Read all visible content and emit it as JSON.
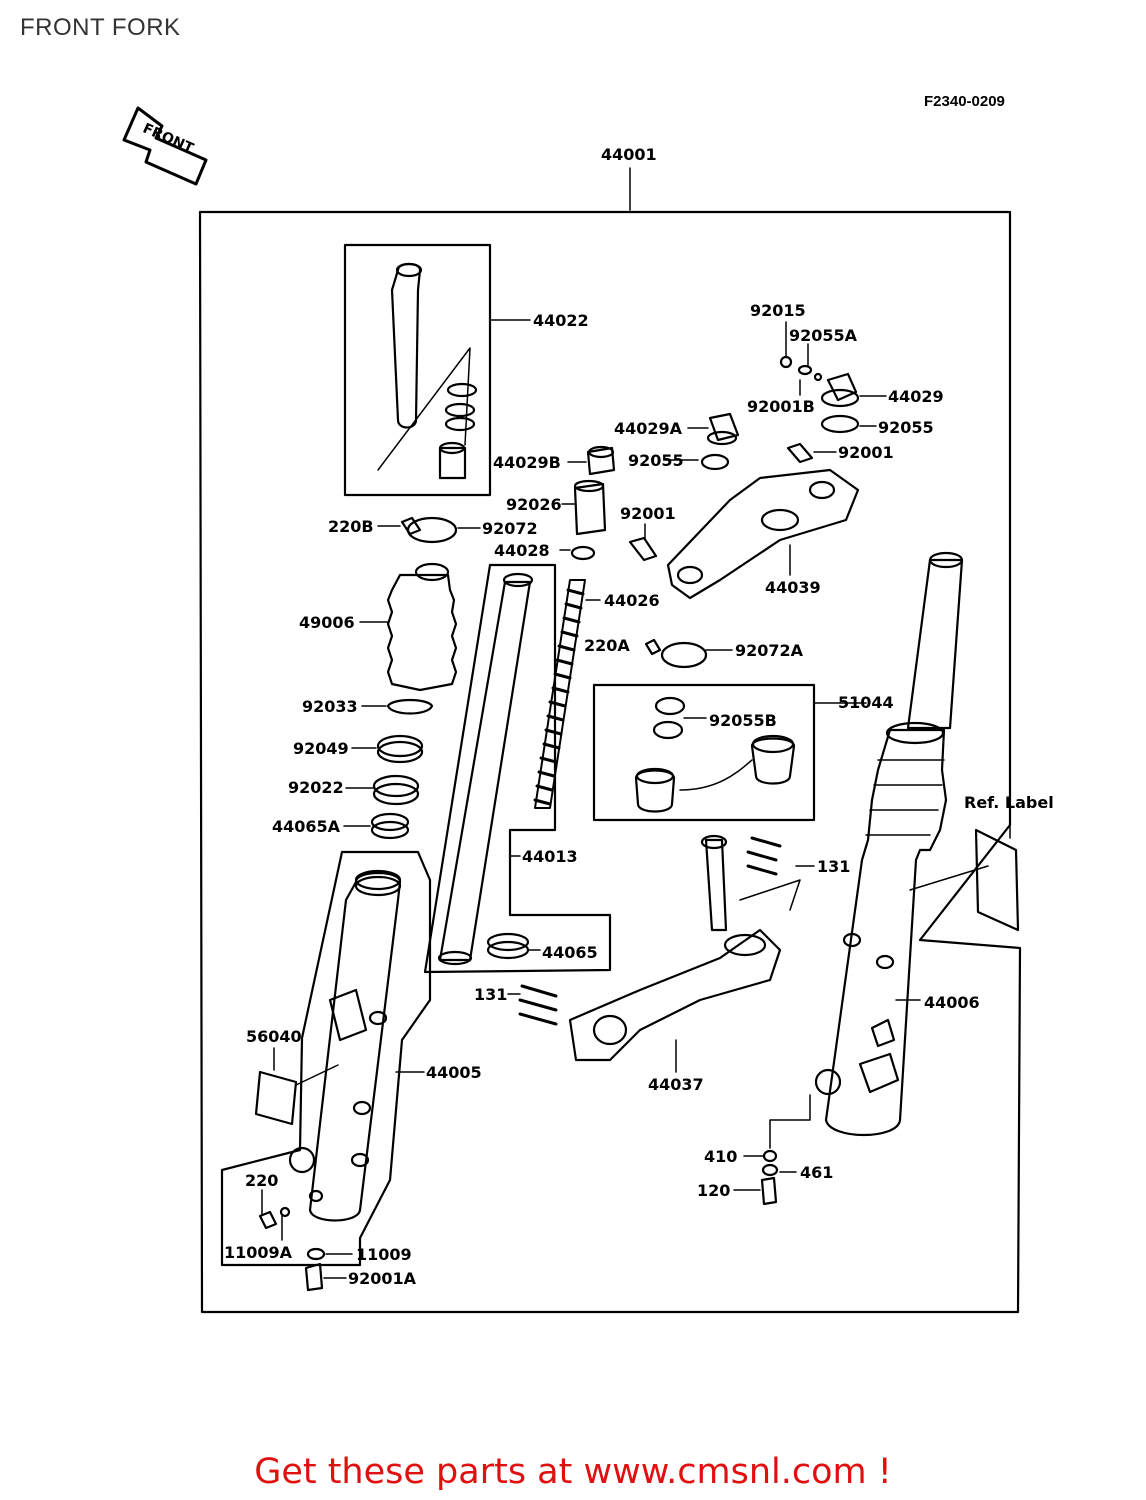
{
  "page": {
    "title": "FRONT FORK",
    "diagram_code": "F2340-0209"
  },
  "front_arrow": {
    "label": "FRONT"
  },
  "parts": [
    {
      "id": "44001",
      "label": "44001"
    },
    {
      "id": "44022",
      "label": "44022"
    },
    {
      "id": "92015",
      "label": "92015"
    },
    {
      "id": "92055A",
      "label": "92055A"
    },
    {
      "id": "44029",
      "label": "44029"
    },
    {
      "id": "92001B",
      "label": "92001B"
    },
    {
      "id": "92055",
      "label": "92055"
    },
    {
      "id": "44029A",
      "label": "44029A"
    },
    {
      "id": "92001",
      "label": "92001"
    },
    {
      "id": "44029B",
      "label": "44029B"
    },
    {
      "id": "92055b",
      "label": "92055"
    },
    {
      "id": "92026",
      "label": "92026"
    },
    {
      "id": "92001b",
      "label": "92001"
    },
    {
      "id": "220B",
      "label": "220B"
    },
    {
      "id": "92072",
      "label": "92072"
    },
    {
      "id": "44028",
      "label": "44028"
    },
    {
      "id": "44039",
      "label": "44039"
    },
    {
      "id": "49006",
      "label": "49006"
    },
    {
      "id": "44026",
      "label": "44026"
    },
    {
      "id": "220A",
      "label": "220A"
    },
    {
      "id": "92072A",
      "label": "92072A"
    },
    {
      "id": "51044",
      "label": "51044"
    },
    {
      "id": "92033",
      "label": "92033"
    },
    {
      "id": "92055B",
      "label": "92055B"
    },
    {
      "id": "92049",
      "label": "92049"
    },
    {
      "id": "92022",
      "label": "92022"
    },
    {
      "id": "44065A",
      "label": "44065A"
    },
    {
      "id": "ref",
      "label": "Ref. Label"
    },
    {
      "id": "44013",
      "label": "44013"
    },
    {
      "id": "131",
      "label": "131"
    },
    {
      "id": "44065",
      "label": "44065"
    },
    {
      "id": "131b",
      "label": "131"
    },
    {
      "id": "44006",
      "label": "44006"
    },
    {
      "id": "56040",
      "label": "56040"
    },
    {
      "id": "44005",
      "label": "44005"
    },
    {
      "id": "44037",
      "label": "44037"
    },
    {
      "id": "410",
      "label": "410"
    },
    {
      "id": "461",
      "label": "461"
    },
    {
      "id": "220",
      "label": "220"
    },
    {
      "id": "120",
      "label": "120"
    },
    {
      "id": "11009A",
      "label": "11009A"
    },
    {
      "id": "11009",
      "label": "11009"
    },
    {
      "id": "92001A",
      "label": "92001A"
    }
  ],
  "footer": {
    "text": "Get these parts at www.cmsnl.com !"
  },
  "colors": {
    "line": "#000000",
    "footer": "#e01010",
    "title": "#333333"
  }
}
